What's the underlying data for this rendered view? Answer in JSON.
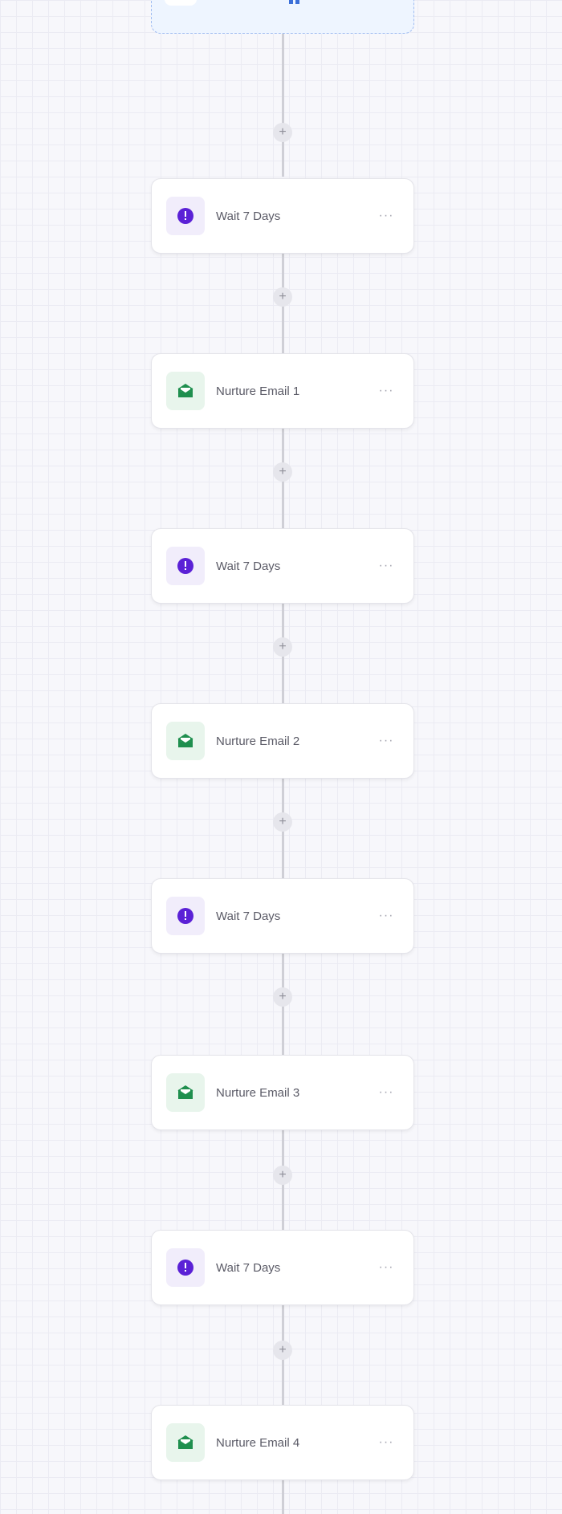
{
  "canvas": {
    "background": "#f7f7fb",
    "grid_color": "#ebebf3"
  },
  "trigger": {
    "icon": "trigger-icon",
    "accent_color": "#3b6fd8"
  },
  "add_step_symbol": "+",
  "menu_symbol": "···",
  "nodes": [
    {
      "type": "wait",
      "label": "Wait 7 Days",
      "icon": "clock-icon",
      "color": "#5b21d6"
    },
    {
      "type": "email",
      "label": "Nurture Email 1",
      "icon": "email-icon",
      "color": "#1f8f4e"
    },
    {
      "type": "wait",
      "label": "Wait 7 Days",
      "icon": "clock-icon",
      "color": "#5b21d6"
    },
    {
      "type": "email",
      "label": "Nurture Email 2",
      "icon": "email-icon",
      "color": "#1f8f4e"
    },
    {
      "type": "wait",
      "label": "Wait 7 Days",
      "icon": "clock-icon",
      "color": "#5b21d6"
    },
    {
      "type": "email",
      "label": "Nurture Email 3",
      "icon": "email-icon",
      "color": "#1f8f4e"
    },
    {
      "type": "wait",
      "label": "Wait 7 Days",
      "icon": "clock-icon",
      "color": "#5b21d6"
    },
    {
      "type": "email",
      "label": "Nurture Email 4",
      "icon": "email-icon",
      "color": "#1f8f4e"
    }
  ]
}
